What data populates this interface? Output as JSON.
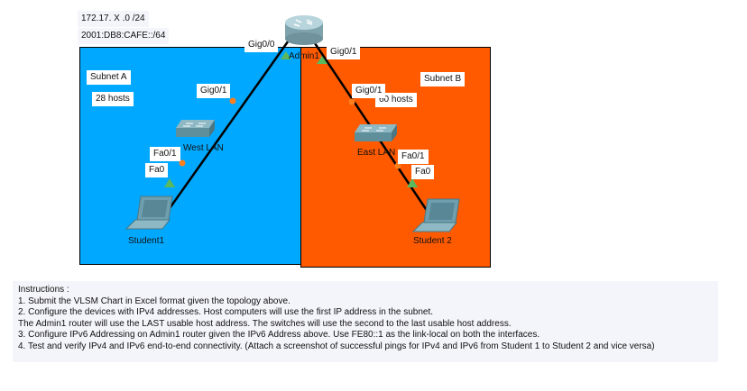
{
  "network": {
    "ipv4_network": "172.17. X .0 /24",
    "ipv6_network": "2001:DB8:CAFE::/64"
  },
  "zones": [
    {
      "name": "Subnet A",
      "hosts": "28 hosts",
      "color": "#00a8ff"
    },
    {
      "name": "Subnet B",
      "hosts": "60 hosts",
      "color": "#ff5a00"
    }
  ],
  "devices": {
    "router": {
      "name": "Admin1",
      "icon": "router-icon"
    },
    "switch_west": {
      "name": "West LAN",
      "icon": "switch-icon"
    },
    "switch_east": {
      "name": "East LAN",
      "icon": "switch-icon"
    },
    "pc_west": {
      "name": "Student1",
      "icon": "laptop-icon"
    },
    "pc_east": {
      "name": "Student 2",
      "icon": "laptop-icon"
    }
  },
  "interfaces": {
    "router_west": "Gig0/0",
    "router_east": "Gig0/1",
    "switch_west_uplink": "Gig0/1",
    "switch_east_uplink": "Gig0/1",
    "switch_west_down": "Fa0/1",
    "switch_east_down": "Fa0/1",
    "pc_west_nic": "Fa0",
    "pc_east_nic": "Fa0"
  },
  "link_colors": {
    "up": "#5cb85c",
    "partial": "#ff7f1e",
    "cable": "#000000"
  },
  "instructions": {
    "title": "Instructions :",
    "lines": [
      "1. Submit the VLSM Chart in Excel format given the topology above.",
      "2. Configure the devices with IPv4 addresses. Host computers will use the first IP address in the subnet.",
      "The Admin1 router will use the LAST usable host address. The switches will use the second to the last usable host address.",
      "3. Configure IPv6 Addressing on Admin1 router given the IPv6 Address above. Use FE80::1 as the link-local on both the interfaces.",
      "4. Test and verify IPv4 and IPv6 end-to-end connectivity. (Attach a screenshot of successful pings for IPv4 and IPv6 from Student 1 to Student 2 and vice versa)"
    ]
  }
}
